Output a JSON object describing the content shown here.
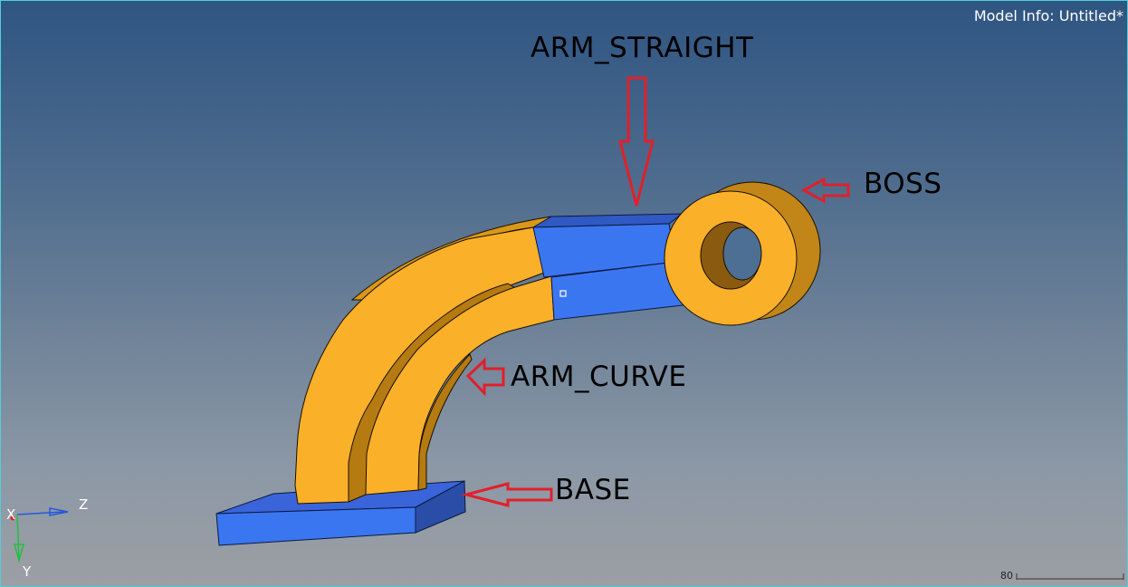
{
  "header": {
    "model_info": "Model Info: Untitled*"
  },
  "annotations": {
    "arm_straight": "ARM_STRAIGHT",
    "boss": "BOSS",
    "arm_curve": "ARM_CURVE",
    "base": "BASE"
  },
  "triad": {
    "x_label": "X",
    "y_label": "Y",
    "z_label": "Z"
  },
  "scale_bar": {
    "value": "80"
  },
  "colors": {
    "viewport_top": "#2f5582",
    "viewport_bottom": "#9c9fa4",
    "part_orange": "#fbb02a",
    "part_blue": "#3b76f1",
    "arrow_red": "#e0202a"
  },
  "icons": {
    "arrow": "hollow-arrow-icon",
    "triad": "axis-triad-icon"
  }
}
